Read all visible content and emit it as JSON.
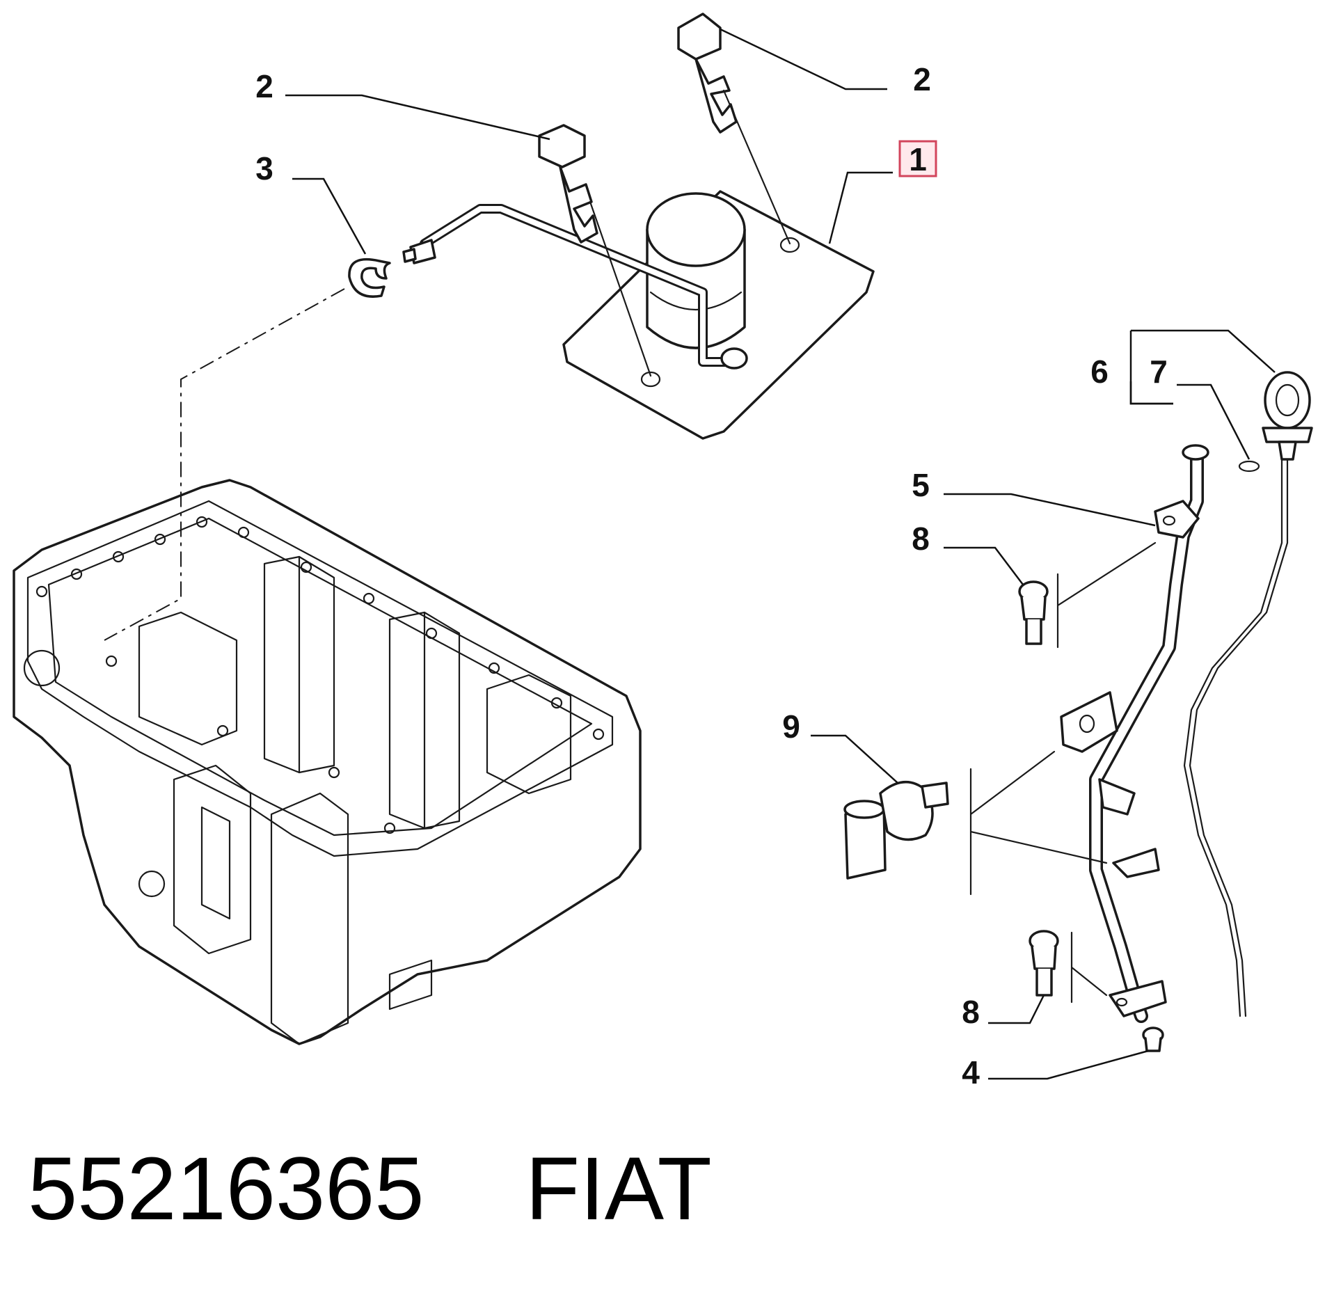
{
  "diagram": {
    "callouts": [
      {
        "id": "c1",
        "label": "1",
        "highlighted": true
      },
      {
        "id": "c2a",
        "label": "2"
      },
      {
        "id": "c2b",
        "label": "2"
      },
      {
        "id": "c3",
        "label": "3"
      },
      {
        "id": "c4",
        "label": "4"
      },
      {
        "id": "c5",
        "label": "5"
      },
      {
        "id": "c6",
        "label": "6"
      },
      {
        "id": "c7",
        "label": "7"
      },
      {
        "id": "c8a",
        "label": "8"
      },
      {
        "id": "c8b",
        "label": "8"
      },
      {
        "id": "c9",
        "label": "9"
      }
    ],
    "highlight_color": "#d2455c"
  },
  "caption": {
    "part_number": "55216365",
    "brand": "FIAT"
  }
}
